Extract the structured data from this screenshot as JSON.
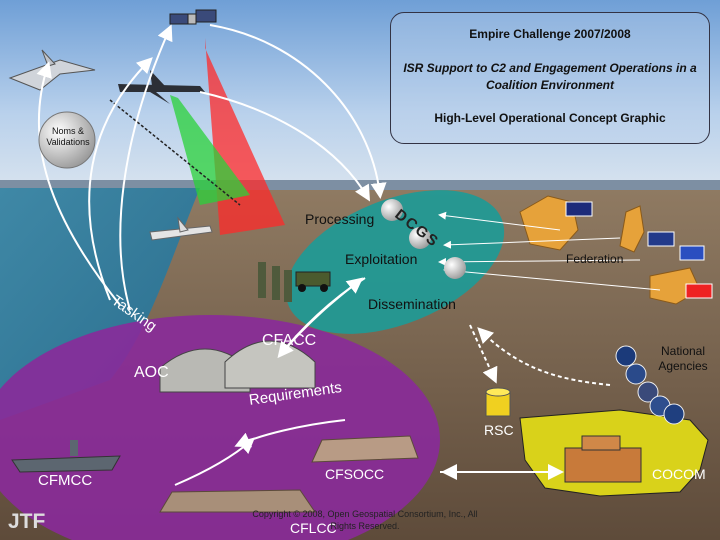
{
  "title": {
    "line1": "Empire Challenge 2007/2008",
    "line2": "ISR Support to C2 and Engagement Operations in a Coalition Environment",
    "line3": "High-Level Operational Concept Graphic"
  },
  "dcgs": {
    "label": "DCGS",
    "steps": [
      "Processing",
      "Exploitation",
      "Dissemination"
    ]
  },
  "labels": {
    "noms": "Noms & Validations",
    "tasking": "Tasking",
    "cfacc": "CFACC",
    "aoc": "AOC",
    "requirements": "Requirements",
    "cfsocc": "CFSOCC",
    "cfmcc": "CFMCC",
    "cflcc": "CFLCC",
    "jtf": "JTF",
    "federation": "Federation",
    "national_agencies": "National Agencies",
    "rsc": "RSC",
    "cocom": "COCOM"
  },
  "copyright": "Copyright © 2008, Open Geospatial Consortium, Inc., All Rights Reserved.",
  "colors": {
    "jtf_purple": "#8a2a9a",
    "dcgs_teal": "#1e9a96",
    "cocom_yellow": "#d9d21a",
    "sensor_red": "#ff2a2a",
    "sensor_green": "#2ad13a"
  },
  "icons": [
    "fighter-jet-icon",
    "recon-plane-icon",
    "satellite-icon",
    "uav-icon",
    "soldiers-icon",
    "humvee-icon",
    "hangar-icon",
    "tent-icon",
    "carrier-icon",
    "database-icon",
    "building-icon",
    "australia-map-icon",
    "uk-map-icon",
    "canada-map-icon",
    "agency-seal-icon",
    "flag-icon"
  ]
}
